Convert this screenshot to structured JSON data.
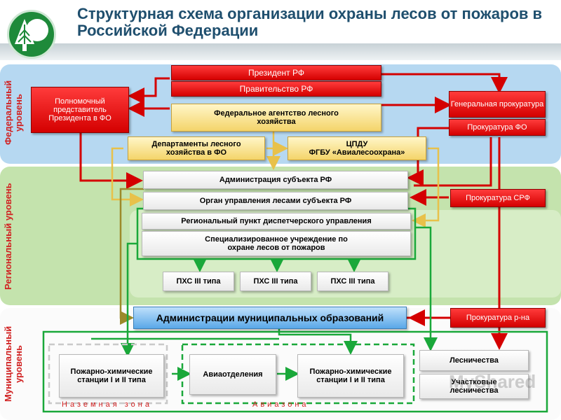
{
  "title": "Структурная схема организации охраны лесов от пожаров в Российской Федерации",
  "levels": {
    "federal": "Федеральный уровень",
    "regional": "Региональный уровень",
    "municipal": "Муниципальный уровень"
  },
  "federal": {
    "president": "Президент РФ",
    "government": "Правительство РФ",
    "plenipotentiary": "Полномочный представитель Президента в ФО",
    "agency": "Федеральное агентство лесного хозяйства",
    "departments": "Департаменты лесного хозяйства в ФО",
    "cpdu": "ЦПДУ\nФГБУ «Авиалесоохрана»",
    "gen_prosecutor": "Генеральная прокуратура",
    "prosecutor_fo": "Прокуратура ФО"
  },
  "regional": {
    "admin_subject": "Администрация субъекта РФ",
    "forest_authority": "Орган управления лесами субъекта РФ",
    "dispatch_point": "Региональный пункт диспетчерского управления",
    "specialized": "Специализированное учреждение по охране лесов от пожаров",
    "pxs": [
      "ПХС III типа",
      "ПХС III типа",
      "ПХС III типа"
    ],
    "prosecutor_srf": "Прокуратура СРФ"
  },
  "municipal": {
    "admin_municipal": "Администрации муниципальных образований",
    "prosecutor_district": "Прокуратура р-на",
    "fire_station_ground": "Пожарно-химические станции I и II типа",
    "avia_department": "Авиаотделения",
    "fire_station_avia": "Пожарно-химические станции I и II типа",
    "forestry": "Лесничества",
    "district_forestry": "Участковые лесничества",
    "ground_zone": "Наземная зона",
    "avia_zone": "Авиазона"
  },
  "watermark": "MyShared",
  "colors": {
    "red": "#d40000",
    "green": "#1aa83a",
    "olive": "#9c8a2a",
    "yellow": "#f4d46a",
    "blue": "#5aa8e8",
    "title": "#1f4f6e"
  }
}
